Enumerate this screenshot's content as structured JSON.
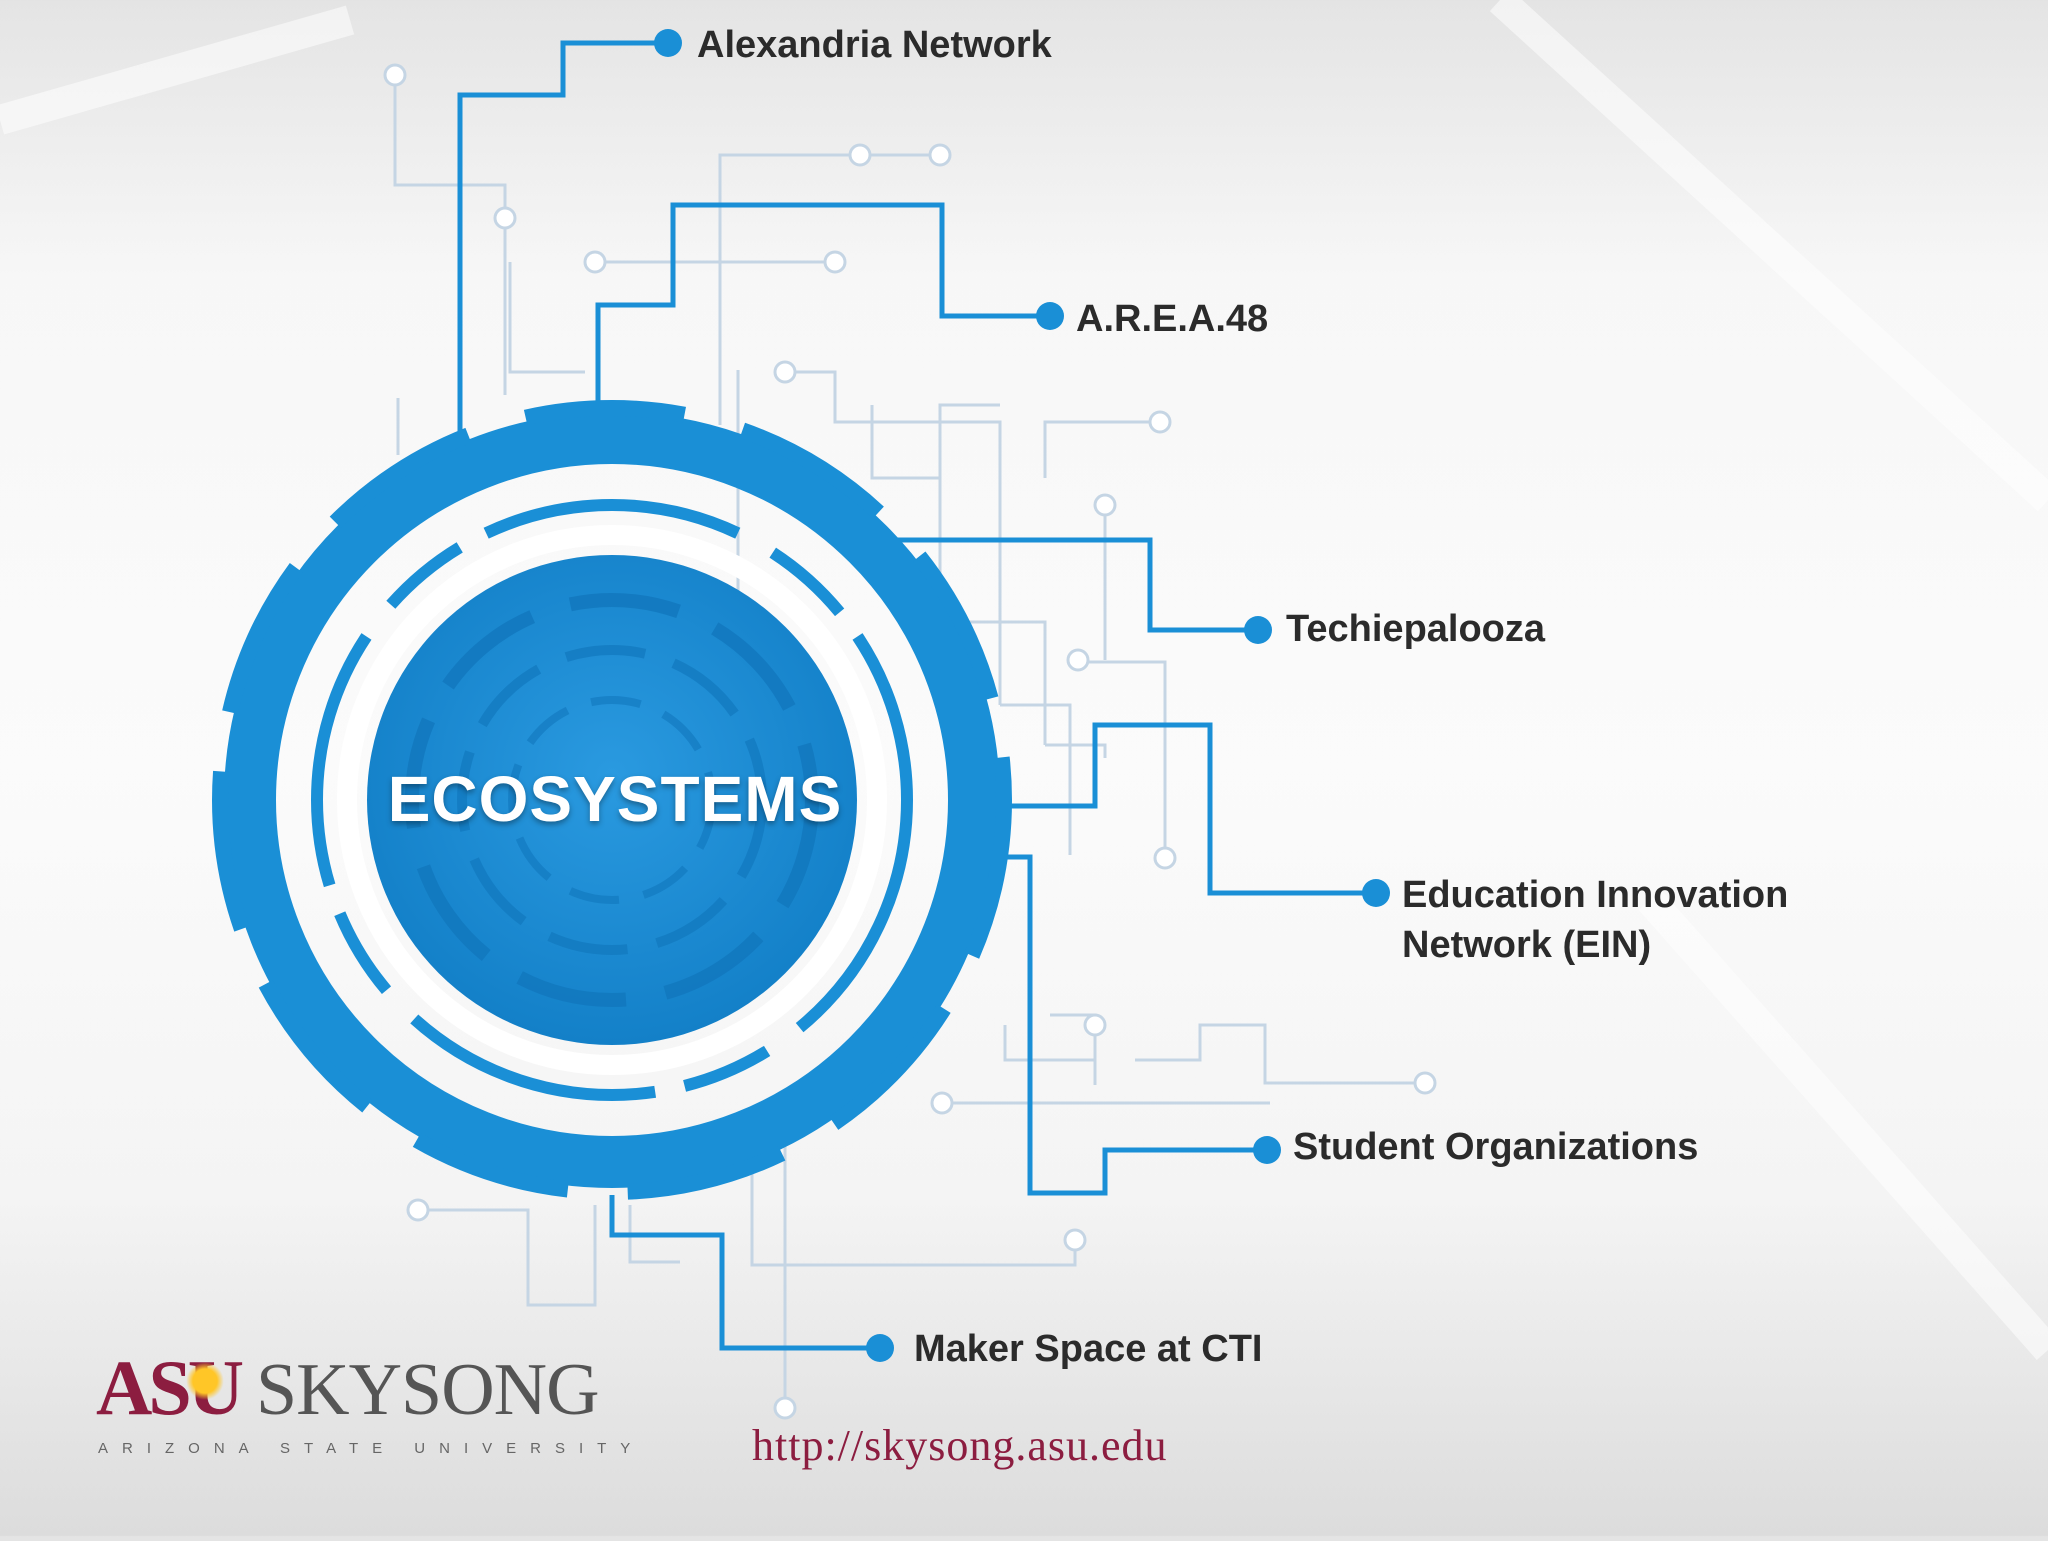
{
  "diagram": {
    "center_label": "ECOSYSTEMS",
    "nodes": [
      {
        "label": "Alexandria Network"
      },
      {
        "label": "A.R.E.A.48"
      },
      {
        "label": "Techiepalooza"
      },
      {
        "label": "Education Innovation",
        "label_line2": "Network (EIN)"
      },
      {
        "label": "Student Organizations"
      },
      {
        "label": "Maker Space at CTI"
      }
    ],
    "accent_color": "#1a8fd6",
    "light_line_color": "#c5d5e4"
  },
  "footer": {
    "logo_mark": "ASU",
    "logo_name": "SKYSONG",
    "logo_subtitle": "ARIZONA STATE UNIVERSITY",
    "url": "http://skysong.asu.edu",
    "brand_color": "#8c1d40"
  }
}
